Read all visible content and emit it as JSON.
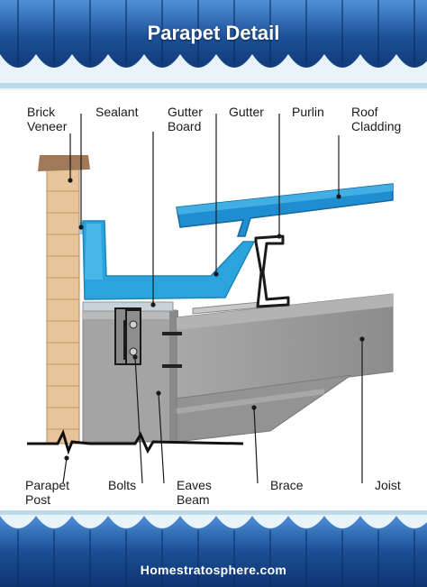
{
  "header": {
    "title": "Parapet Detail"
  },
  "footer": {
    "site": "Homestratosphere.com"
  },
  "labels": {
    "brick_veneer": [
      "Brick",
      "Veneer"
    ],
    "sealant": "Sealant",
    "gutter_board": [
      "Gutter",
      "Board"
    ],
    "gutter": "Gutter",
    "purlin": "Purlin",
    "roof_cladding": [
      "Roof",
      "Cladding"
    ],
    "parapet_post": [
      "Parapet",
      "Post"
    ],
    "bolts": "Bolts",
    "eaves_beam": [
      "Eaves",
      "Beam"
    ],
    "brace": "Brace",
    "joist": "Joist"
  },
  "colors": {
    "roof_blue": "#1f5fa8",
    "gutter_blue": "#2ba3dc",
    "brick": "#e8c49a",
    "brick_cap": "#a07a58",
    "steel": "#9c9c9c",
    "background_band": "#e0f1f8"
  }
}
